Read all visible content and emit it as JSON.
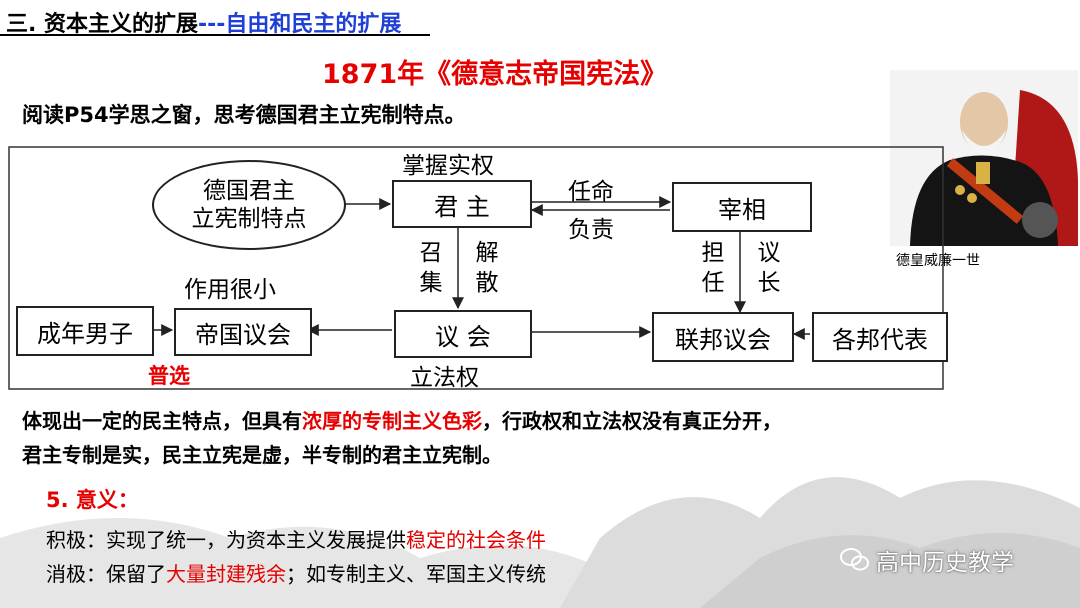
{
  "section": {
    "part1": "三. 资本主义的扩展",
    "part2": "---自由和民主的扩展"
  },
  "doc_title": "1871年《德意志帝国宪法》",
  "instruction": "阅读P54学思之窗，思考德国君主立宪制特点。",
  "portrait_caption": "德皇威廉一世",
  "diagram": {
    "ellipse_line1": "德国君主",
    "ellipse_line2": "立宪制特点",
    "monarch": "君 主",
    "chancellor": "宰相",
    "parliament": "议 会",
    "reichstag": "帝国议会",
    "adult_men": "成年男子",
    "federal_council": "联邦议会",
    "state_reps": "各邦代表",
    "real_power": "掌握实权",
    "appoint": "任命",
    "responsible": "负责",
    "summon": "召集",
    "dissolve": "解散",
    "serve": "担任",
    "chair": "议长",
    "little_effect": "作用很小",
    "universal_suffrage": "普选",
    "legislative_power": "立法权"
  },
  "summary": {
    "l1a": "体现出一定的民主特点，但具有",
    "l1b": "浓厚的专制主义色彩",
    "l1c": "，行政权和立法权没有真正分开，",
    "l2": "君主专制是实，民主立宪是虚，半专制的君主立宪制。"
  },
  "meaning": {
    "title": "5. 意义：",
    "pos_a": "积极：实现了统一，为资本主义发展提供",
    "pos_b": "稳定的社会条件",
    "neg_a": "消极：保留了",
    "neg_b": "大量封建残余",
    "neg_c": "；如专制主义、军国主义传统"
  },
  "watermark": "高中历史教学",
  "colors": {
    "red": "#e60000",
    "blue": "#1f3fd6"
  }
}
